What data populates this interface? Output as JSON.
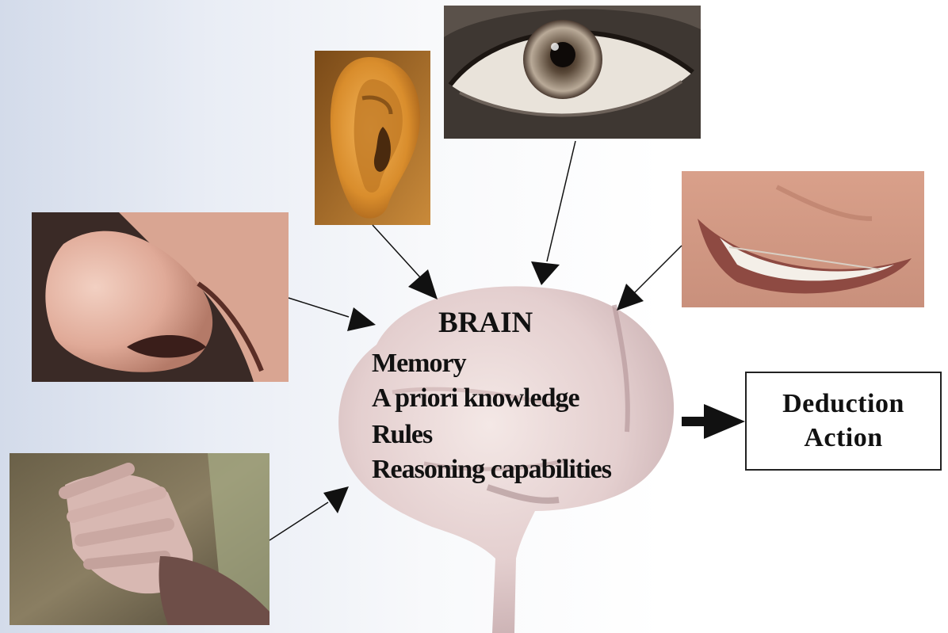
{
  "brain": {
    "title": "BRAIN",
    "lines": [
      "Memory",
      "A priori knowledge",
      "Rules",
      "Reasoning capabilities"
    ]
  },
  "output": {
    "line1": "Deduction",
    "line2": "Action"
  },
  "senses": [
    "ear",
    "eye",
    "mouth",
    "nose",
    "hand"
  ],
  "colors": {
    "background_left": "#d3dbea",
    "background_right": "#ffffff",
    "arrow": "#111111",
    "brain_tone": "#e4cfcf"
  }
}
